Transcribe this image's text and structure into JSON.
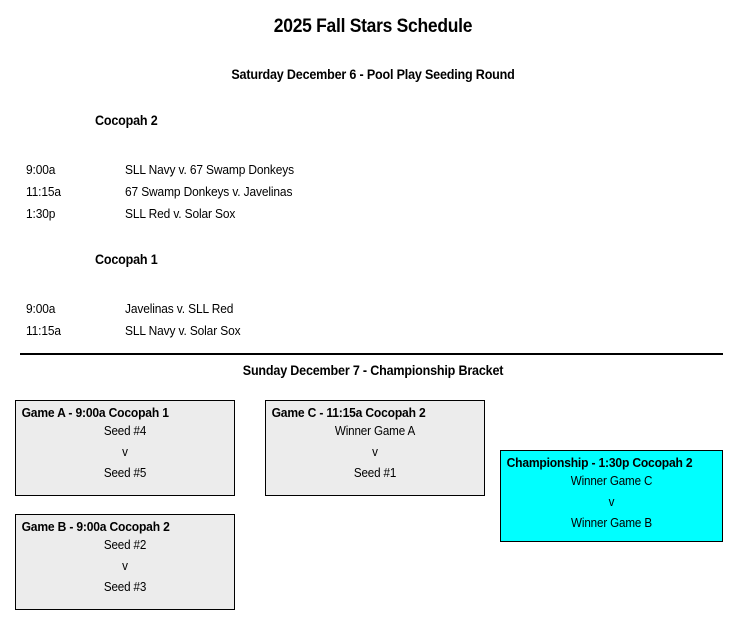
{
  "title": "2025 Fall Stars Schedule",
  "saturday": {
    "header": "Saturday December 6 - Pool Play Seeding Round",
    "fields": [
      {
        "name": "Cocopah 2",
        "games": [
          {
            "time": "9:00a",
            "matchup": "SLL Navy v. 67 Swamp Donkeys"
          },
          {
            "time": "11:15a",
            "matchup": "67 Swamp Donkeys v. Javelinas"
          },
          {
            "time": "1:30p",
            "matchup": "SLL Red v. Solar Sox"
          }
        ]
      },
      {
        "name": "Cocopah 1",
        "games": [
          {
            "time": "9:00a",
            "matchup": "Javelinas v. SLL Red"
          },
          {
            "time": "11:15a",
            "matchup": "SLL Navy v. Solar Sox"
          }
        ]
      }
    ]
  },
  "sunday": {
    "header": "Sunday December 7 - Championship Bracket",
    "games": [
      {
        "title": "Game A - 9:00a Cocopah 1",
        "team1": "Seed #4",
        "separator": "v",
        "team2": "Seed #5"
      },
      {
        "title": "Game B - 9:00a Cocopah 2",
        "team1": "Seed #2",
        "separator": "v",
        "team2": "Seed #3"
      },
      {
        "title": "Game C - 11:15a Cocopah 2",
        "team1": "Winner Game A",
        "separator": "v",
        "team2": "Seed #1"
      },
      {
        "title": "Championship - 1:30p Cocopah 2",
        "team1": "Winner Game C",
        "separator": "v",
        "team2": "Winner Game B"
      }
    ]
  },
  "colors": {
    "highlight": "#00ffff",
    "box_fill": "#ececec",
    "border": "#000000",
    "text": "#000000"
  }
}
